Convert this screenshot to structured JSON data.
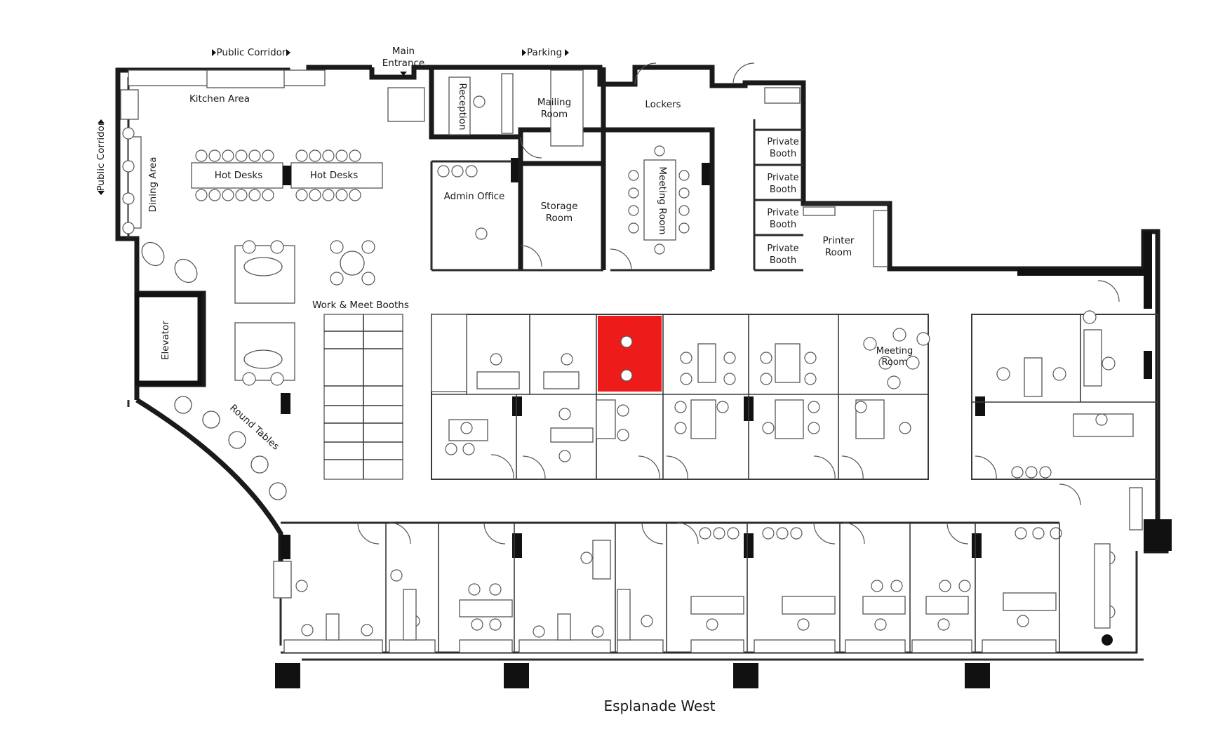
{
  "colors": {
    "highlight": "#ee1b1b",
    "wall": "#1a1a1a",
    "background": "#ffffff"
  },
  "labels": {
    "public_corridor_top": "Public Corridor",
    "public_corridor_left": "Public Corridor",
    "main_entrance_1": "Main",
    "main_entrance_2": "Entrance",
    "parking": "Parking",
    "kitchen_area": "Kitchen Area",
    "dining_area": "Dining Area",
    "hot_desks_1": "Hot Desks",
    "hot_desks_2": "Hot Desks",
    "reception": "Reception",
    "mailing_room_1": "Mailing",
    "mailing_room_2": "Room",
    "admin_office": "Admin Office",
    "storage_room_1": "Storage",
    "storage_room_2": "Room",
    "lockers": "Lockers",
    "meeting_room_vertical": "Meeting Room",
    "private_booth_1a": "Private",
    "private_booth_1b": "Booth",
    "private_booth_2a": "Private",
    "private_booth_2b": "Booth",
    "private_booth_3a": "Private",
    "private_booth_3b": "Booth",
    "private_booth_4a": "Private",
    "private_booth_4b": "Booth",
    "printer_room_1": "Printer",
    "printer_room_2": "Room",
    "work_meet_booths": "Work & Meet Booths",
    "elevator": "Elevator",
    "round_tables": "Round Tables",
    "meeting_room_1": "Meeting",
    "meeting_room_2": "Room",
    "street": "Esplanade West"
  }
}
